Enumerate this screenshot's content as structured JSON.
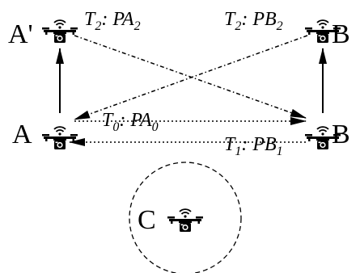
{
  "nodes": {
    "a_prime": "A'",
    "a": "A",
    "b_prime": "B",
    "b": "B",
    "c": "C"
  },
  "labels": {
    "t2_pa2": {
      "t": "T",
      "t_sub": "2",
      "rest": ": PA",
      "rest_sub": "2"
    },
    "t2_pb2": {
      "t": "T",
      "t_sub": "2",
      "rest": ": PB",
      "rest_sub": "2"
    },
    "t0_pa0": {
      "t": "T",
      "t_sub": "0",
      "rest": ": PA",
      "rest_sub": "0"
    },
    "t1_pb1": {
      "t": "T",
      "t_sub": "1",
      "rest": ": PB",
      "rest_sub": "1"
    }
  },
  "icons": {
    "drone": "drone-with-camera-and-wifi-icon"
  }
}
